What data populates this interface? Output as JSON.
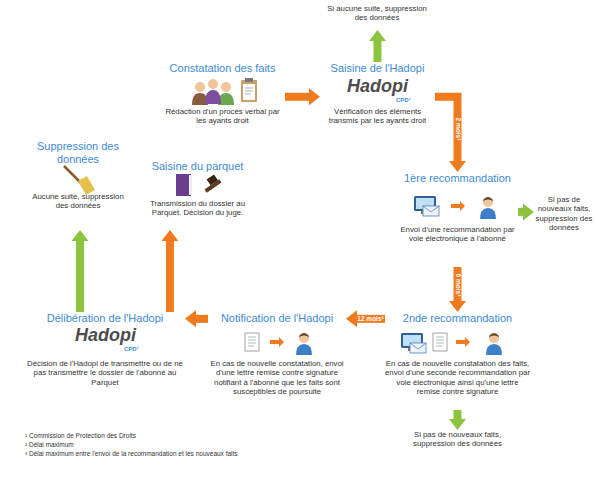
{
  "diagram": {
    "nodes": [
      {
        "text": [
          "Si aucune suite, suppression des données"
        ]
      },
      {
        "text": [
          "Constatation des faits",
          "Rédaction d'un procès verbal par les ayants droit"
        ]
      },
      {
        "text": [
          "Saisine de l'Hadopi",
          "Vérification des éléments transmis par les ayants droit"
        ]
      },
      {
        "text": [
          "1ère recommandation",
          "Envoi d'une recommandation par voie électronique à l'abonné"
        ]
      },
      {
        "text": [
          "Si pas de nouveaux faits, suppression des données"
        ]
      },
      {
        "text": [
          "2nde recommandation",
          "En cas de nouvelle constatation des faits, envoi d'une seconde recommandation par voie électronique ainsi qu'une lettre remise contre signature"
        ]
      },
      {
        "text": [
          "Si pas de nouveaux faits, suppression des données"
        ]
      },
      {
        "text": [
          "Notification de l'Hadopi",
          "En cas de nouvelle constatation, envoi d'une lettre remise contre signature notifiant à l'abonné que les faits sont susceptibles de poursuite"
        ]
      },
      {
        "text": [
          "Délibération de l'Hadopi",
          "Décision de l'Hadopi de transmettre ou de ne pas transmettre le dossier de l'abonné au Parquet"
        ]
      },
      {
        "text": [
          "Saisine du parquet",
          "Transmission du dossier au Parquet. Décision du juge."
        ]
      },
      {
        "text": [
          "Suppression des données",
          "Aucune suite, suppression des données"
        ]
      }
    ],
    "edges": [
      {
        "from": 1,
        "to": 2,
        "arrow": "to"
      },
      {
        "from": 2,
        "to": 0,
        "arrow": "to"
      },
      {
        "from": 2,
        "to": 3,
        "label": "2 mois²",
        "arrow": "to"
      },
      {
        "from": 3,
        "to": 4,
        "arrow": "to"
      },
      {
        "from": 3,
        "to": 5,
        "label": "6 mois³",
        "arrow": "to"
      },
      {
        "from": 5,
        "to": 6,
        "arrow": "to"
      },
      {
        "from": 5,
        "to": 7,
        "label": "12 mois³",
        "arrow": "to"
      },
      {
        "from": 7,
        "to": 8,
        "arrow": "to"
      },
      {
        "from": 8,
        "to": 10,
        "arrow": "to"
      },
      {
        "from": 8,
        "to": 9,
        "arrow": "to"
      }
    ],
    "labels": [
      "Hadopi",
      "CPD¹",
      "Hadopi",
      "CPD¹",
      "¹ Commission de Protection des Droits",
      "² Délai maximum",
      "³ Délai maximum entre l'envoi de la recommandation et les nouveaux faits"
    ]
  }
}
